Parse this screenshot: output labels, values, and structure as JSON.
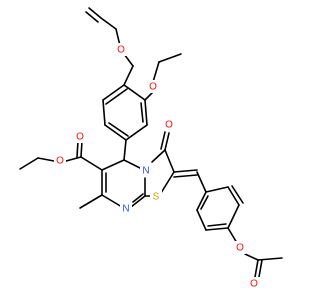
{
  "molecule": {
    "atoms": [
      {
        "id": "O_allyl",
        "label": "O",
        "color": "#ff0d0d"
      },
      {
        "id": "O_ethoxy",
        "label": "O",
        "color": "#ff0d0d"
      },
      {
        "id": "O_ester1",
        "label": "O",
        "color": "#ff0d0d"
      },
      {
        "id": "O_ester2",
        "label": "O",
        "color": "#ff0d0d"
      },
      {
        "id": "N_ring",
        "label": "N",
        "color": "#3050f8"
      },
      {
        "id": "O_keto",
        "label": "O",
        "color": "#ff0d0d"
      },
      {
        "id": "N_imine",
        "label": "N",
        "color": "#3050f8"
      },
      {
        "id": "S_ring",
        "label": "S",
        "color": "#c8a000"
      },
      {
        "id": "O_acetyl1",
        "label": "O",
        "color": "#ff0d0d"
      },
      {
        "id": "O_acetyl2",
        "label": "O",
        "color": "#ff0d0d"
      }
    ],
    "bond_color": "#000000"
  }
}
